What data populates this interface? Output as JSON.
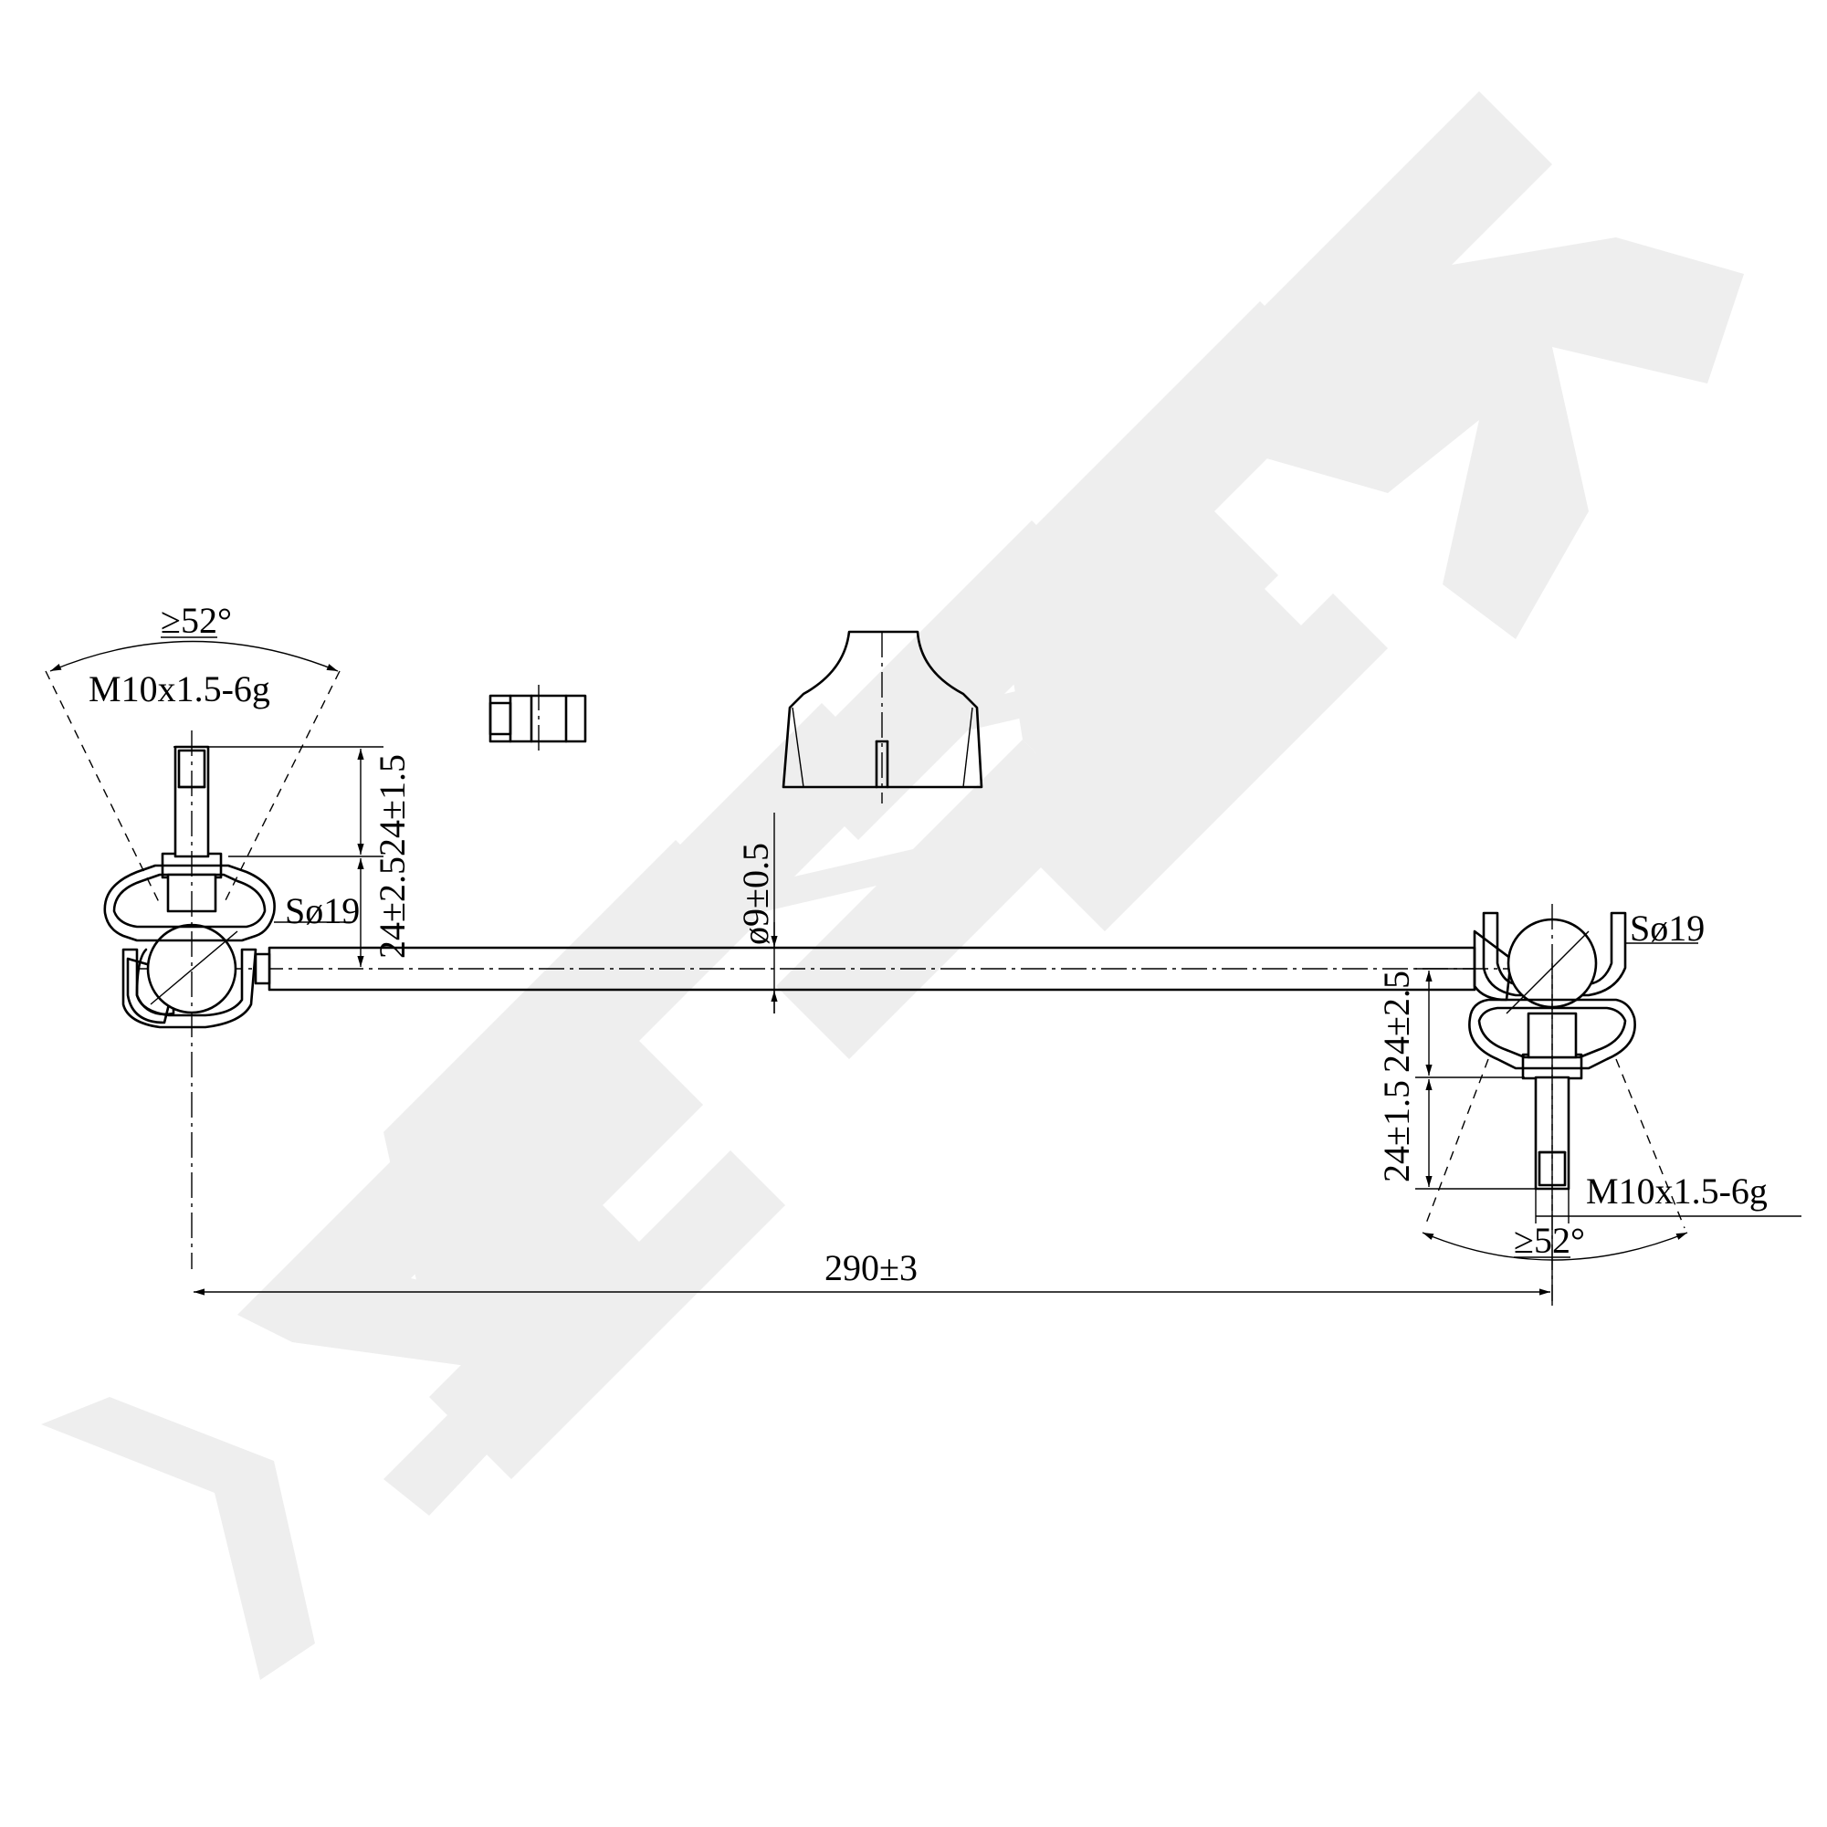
{
  "watermark": {
    "text": "ZENNEK",
    "color": "#eeeeee"
  },
  "dimensions": {
    "left_angle": "≥52°",
    "left_thread": "M10x1.5-6g",
    "left_stud_length": "24±1.5",
    "left_housing_height": "24±2.5",
    "left_ball": "Sø19",
    "rod_diameter": "ø9±0.5",
    "right_ball": "Sø19",
    "right_housing_height": "24±2.5",
    "right_stud_length": "24±1.5",
    "right_thread": "M10x1.5-6g",
    "right_angle": "≥52°",
    "overall_length": "290±3"
  }
}
